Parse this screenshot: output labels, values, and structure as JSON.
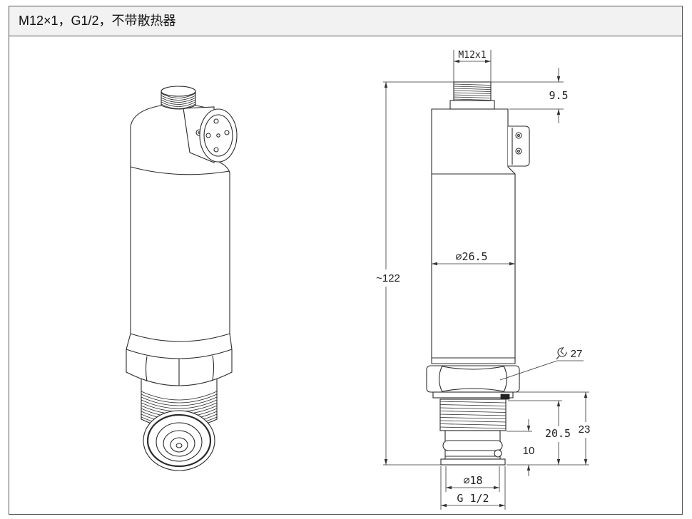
{
  "header": {
    "title": "M12×1，G1/2，不带散热器"
  },
  "drawing": {
    "dimensions": {
      "connector_thread": "M12x1",
      "connector_height": "9.5",
      "overall_length": "~122",
      "body_diameter": "∅26.5",
      "wrench_size": "27",
      "thread_length": "20.5",
      "connection_length": "23",
      "seal_length": "10",
      "seal_diameter": "∅18",
      "process_thread": "G 1/2"
    },
    "icons": {
      "wrench": "wrench-icon"
    }
  },
  "colors": {
    "line": "#2b2b2b",
    "header_bg": "#f2f2f2",
    "border": "#555555"
  }
}
